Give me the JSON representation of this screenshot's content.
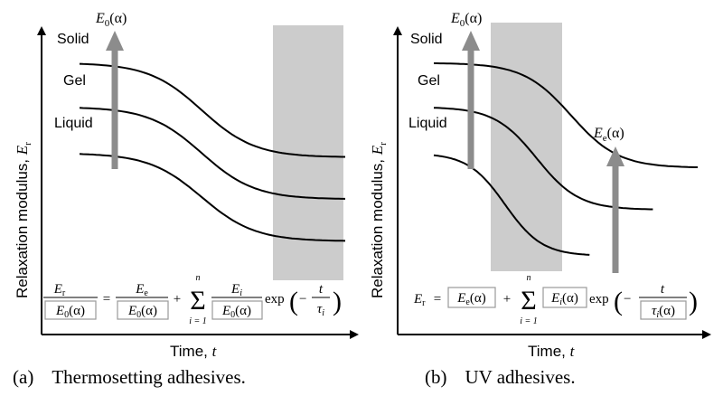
{
  "chart_data": [
    {
      "type": "line",
      "panel": "a",
      "ylabel_main": "Relaxation modulus, ",
      "ylabel_sym": "E",
      "ylabel_sub": "r",
      "xlabel_main": "Time, ",
      "xlabel_sym": "t",
      "arrow_label_main": "E",
      "arrow_label_sub": "0",
      "arrow_label_arg": "(α)",
      "series": [
        {
          "name": "Solid",
          "start": 0.95,
          "end": 0.5,
          "mid": 0.46,
          "width": 0.1
        },
        {
          "name": "Gel",
          "start": 0.74,
          "end": 0.3,
          "mid": 0.46,
          "width": 0.1
        },
        {
          "name": "Liquid",
          "start": 0.52,
          "end": 0.1,
          "mid": 0.46,
          "width": 0.1
        }
      ],
      "shaded_region": [
        0.8,
        1.0
      ],
      "equation": {
        "lhs_num": "E",
        "lhs_num_sub": "r",
        "lhs_den": "E",
        "lhs_den_sub": "0",
        "lhs_den_arg": "(α)",
        "eq": "=",
        "t1_num": "E",
        "t1_num_sub": "e",
        "t1_den": "E",
        "t1_den_sub": "0",
        "t1_den_arg": "(α)",
        "plus": "+",
        "sum": "Σ",
        "sum_top": "n",
        "sum_bot": "i = 1",
        "t2_num": "E",
        "t2_num_sub": "i",
        "t2_den": "E",
        "t2_den_sub": "0",
        "t2_den_arg": "(α)",
        "exp": "exp",
        "minus": "−",
        "frac_num": "t",
        "frac_den": "τ",
        "frac_den_sub": "i"
      },
      "caption_label": "(a)",
      "caption_text": "Thermosetting adhesives."
    },
    {
      "type": "line",
      "panel": "b",
      "ylabel_main": "Relaxation modulus, ",
      "ylabel_sym": "E",
      "ylabel_sub": "r",
      "xlabel_main": "Time, ",
      "xlabel_sym": "t",
      "arrow_label_main": "E",
      "arrow_label_sub": "0",
      "arrow_label_arg": "(α)",
      "arrow2_label_main": "E",
      "arrow2_label_sub": "e",
      "arrow2_label_arg": "(α)",
      "series": [
        {
          "name": "Solid",
          "start": 0.95,
          "end": 0.45,
          "mid": 0.52,
          "width": 0.09
        },
        {
          "name": "Gel",
          "start": 0.74,
          "end": 0.25,
          "mid": 0.39,
          "width": 0.08
        },
        {
          "name": "Liquid",
          "start": 0.52,
          "end": 0.03,
          "mid": 0.27,
          "width": 0.07
        }
      ],
      "shaded_region": [
        0.29,
        0.58
      ],
      "equation": {
        "lhs": "E",
        "lhs_sub": "r",
        "eq": "=",
        "t1": "E",
        "t1_sub": "e",
        "t1_arg": "(α)",
        "plus": "+",
        "sum": "Σ",
        "sum_top": "n",
        "sum_bot": "i = 1",
        "t2": "E",
        "t2_sub": "i",
        "t2_arg": "(α)",
        "exp": "exp",
        "minus": "−",
        "frac_num": "t",
        "frac_den": "τ",
        "frac_den_sub": "i",
        "frac_den_arg": "(α)"
      },
      "caption_label": "(b)",
      "caption_text": "UV adhesives."
    }
  ]
}
